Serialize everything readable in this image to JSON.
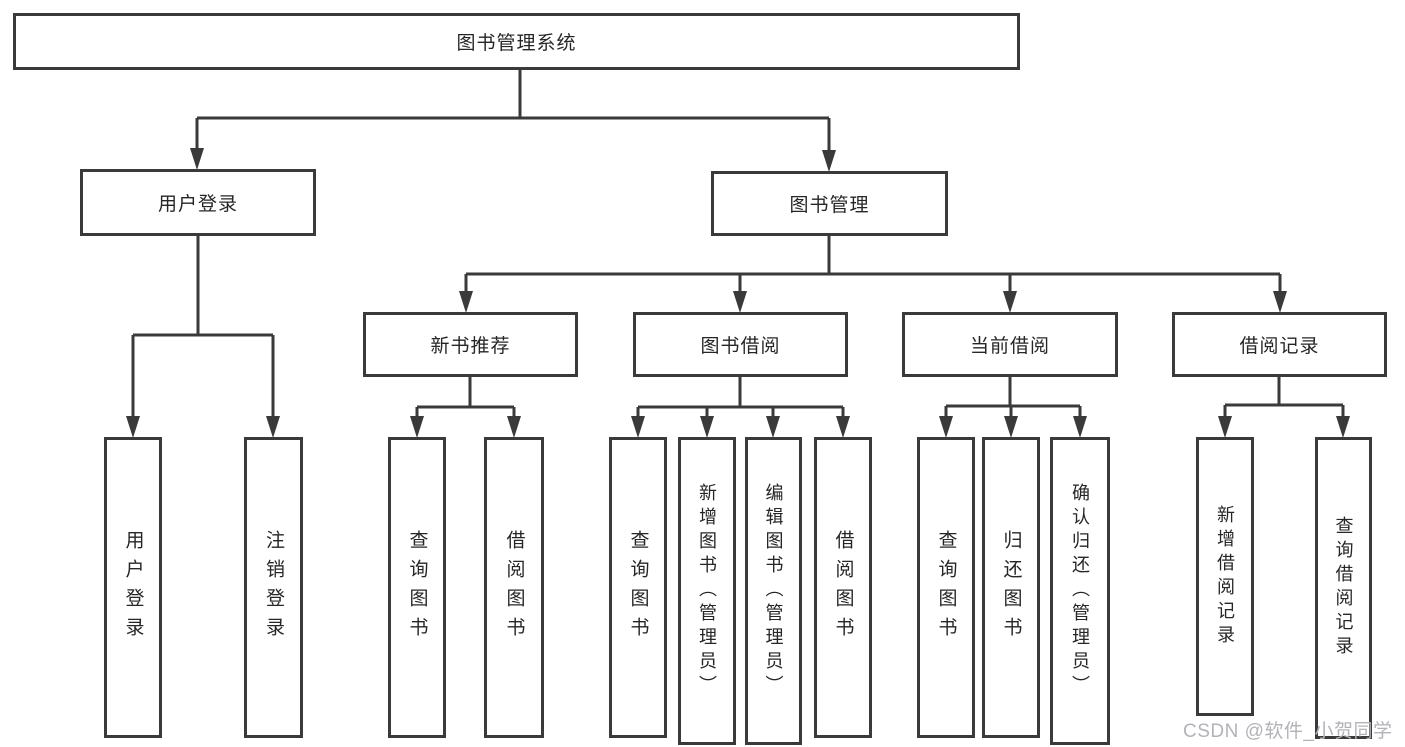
{
  "diagram": {
    "root": {
      "label": "图书管理系统"
    },
    "level2": [
      {
        "label": "用户登录",
        "children": [
          {
            "label": "用户登录"
          },
          {
            "label": "注销登录"
          }
        ]
      },
      {
        "label": "图书管理",
        "children": [
          {
            "label": "新书推荐",
            "children": [
              {
                "label": "查询图书"
              },
              {
                "label": "借阅图书"
              }
            ]
          },
          {
            "label": "图书借阅",
            "children": [
              {
                "label": "查询图书"
              },
              {
                "label": "新增图书（管理员）"
              },
              {
                "label": "编辑图书（管理员）"
              },
              {
                "label": "借阅图书"
              }
            ]
          },
          {
            "label": "当前借阅",
            "children": [
              {
                "label": "查询图书"
              },
              {
                "label": "归还图书"
              },
              {
                "label": "确认归还（管理员）"
              }
            ]
          },
          {
            "label": "借阅记录",
            "children": [
              {
                "label": "新增借阅记录"
              },
              {
                "label": "查询借阅记录"
              }
            ]
          }
        ]
      }
    ]
  },
  "watermark": {
    "text": "CSDN @软件_小贺同学"
  },
  "colors": {
    "line": "#3a3a3a",
    "box_border": "#3a3a3a",
    "text": "#262626",
    "background": "#ffffff",
    "watermark": "#b2b2ba"
  }
}
